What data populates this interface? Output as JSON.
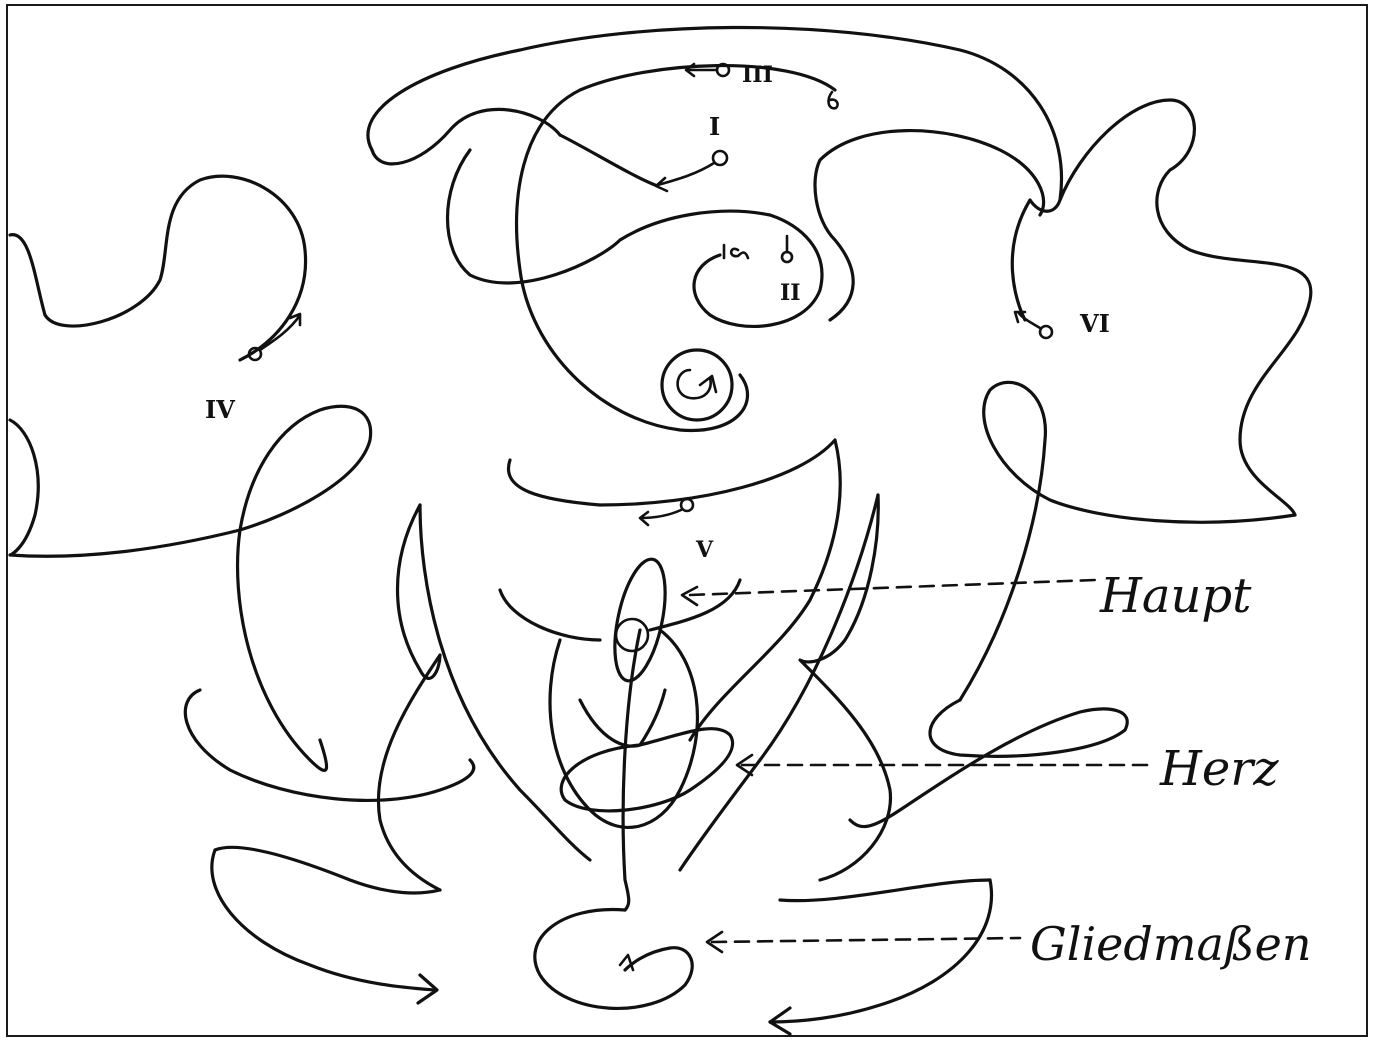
{
  "labels": {
    "head": "Haupt",
    "heart": "Herz",
    "limbs": "Gliedmaßen"
  },
  "numerals": {
    "one": "I",
    "two": "II",
    "three": "III",
    "four": "IV",
    "five": "V",
    "six": "VI"
  },
  "colors": {
    "ink": "#111111",
    "paper": "#ffffff"
  }
}
